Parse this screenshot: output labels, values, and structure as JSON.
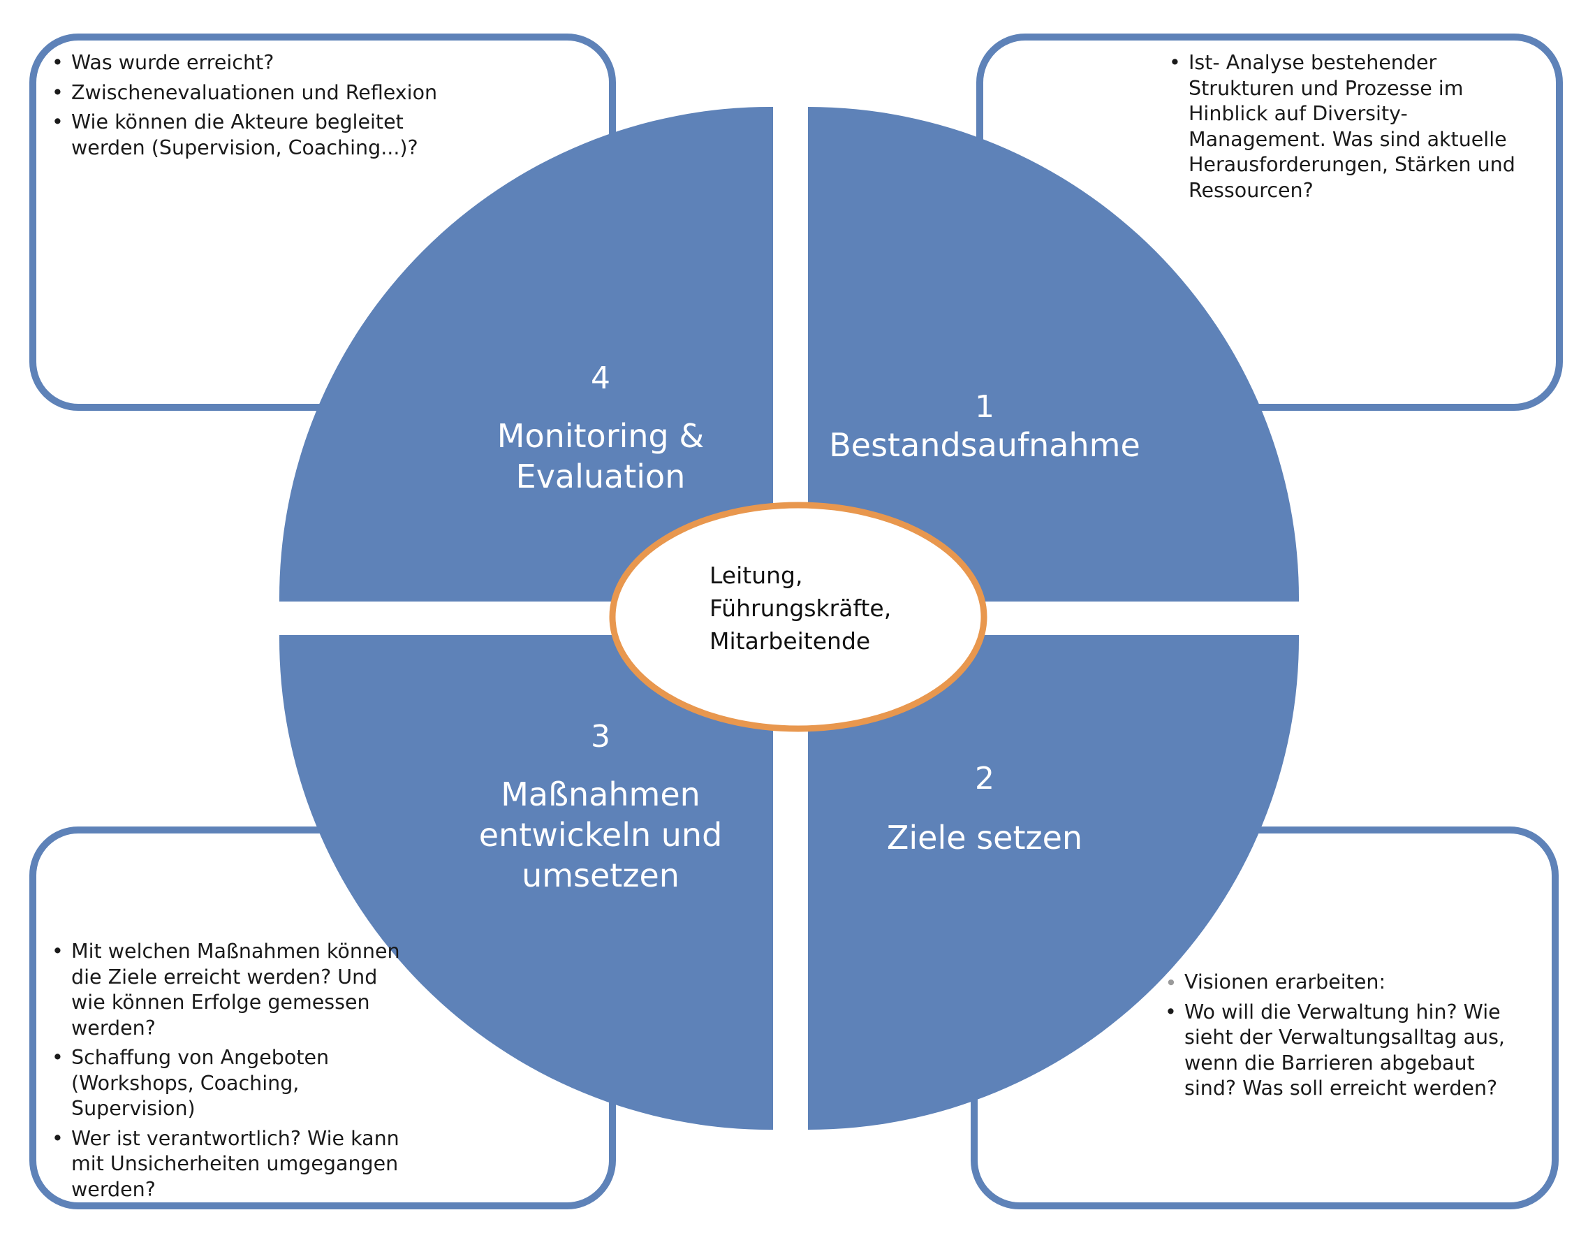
{
  "colors": {
    "quadrant_fill": "#5e82b8",
    "box_border": "#5e82b8",
    "center_border": "#e8974e",
    "center_fill": "#ffffff"
  },
  "center": {
    "text": "Leitung,\nFührungskräfte,\nMitarbeitende"
  },
  "quadrants": [
    {
      "number": "1",
      "title": "Bestandsaufnahme"
    },
    {
      "number": "2",
      "title": "Ziele setzen"
    },
    {
      "number": "3",
      "title": "Maßnahmen\nentwickeln und\numsetzen"
    },
    {
      "number": "4",
      "title": "Monitoring &\nEvaluation"
    }
  ],
  "boxes": {
    "top_left": [
      "Was wurde erreicht?",
      "Zwischenevaluationen und Reflexion",
      "Wie können die Akteure begleitet werden (Supervision, Coaching...)?"
    ],
    "top_right": [
      "Ist- Analyse bestehender Strukturen und Prozesse im Hinblick auf Diversity-Management. Was sind aktuelle Herausforderungen, Stärken und Ressourcen?"
    ],
    "bottom_left": [
      "Mit welchen Maßnahmen können die Ziele erreicht werden? Und wie können Erfolge gemessen werden?",
      "Schaffung von Angeboten (Workshops, Coaching, Supervision)",
      " Wer ist verantwortlich? Wie kann mit Unsicherheiten umgegangen werden?"
    ],
    "bottom_right": [
      "Visionen erarbeiten:",
      "Wo will die Verwaltung hin? Wie sieht der Verwaltungsalltag aus, wenn die Barrieren abgebaut sind? Was soll erreicht werden?"
    ]
  }
}
